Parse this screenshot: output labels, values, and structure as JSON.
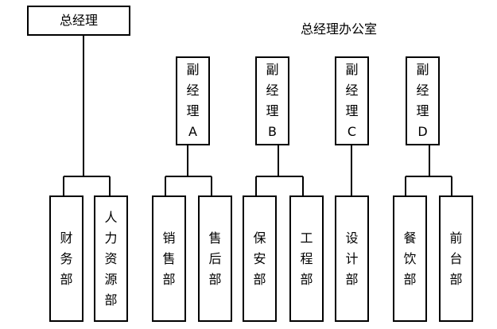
{
  "top": {
    "general_manager": "总经理",
    "office": "总经理办公室"
  },
  "vps": [
    {
      "label": "副\n经\n理\nA"
    },
    {
      "label": "副\n经\n理\nB"
    },
    {
      "label": "副\n经\n理\nC"
    },
    {
      "label": "副\n经\n理\nD"
    }
  ],
  "departments": [
    {
      "label": "财\n务\n部"
    },
    {
      "label": "人\n力\n资\n源\n部"
    },
    {
      "label": "销\n售\n部"
    },
    {
      "label": "售\n后\n部"
    },
    {
      "label": "保\n安\n部"
    },
    {
      "label": "工\n程\n部"
    },
    {
      "label": "设\n计\n部"
    },
    {
      "label": "餐\n饮\n部"
    },
    {
      "label": "前\n台\n部"
    }
  ],
  "colors": {
    "line": "#000000",
    "background": "#ffffff"
  }
}
